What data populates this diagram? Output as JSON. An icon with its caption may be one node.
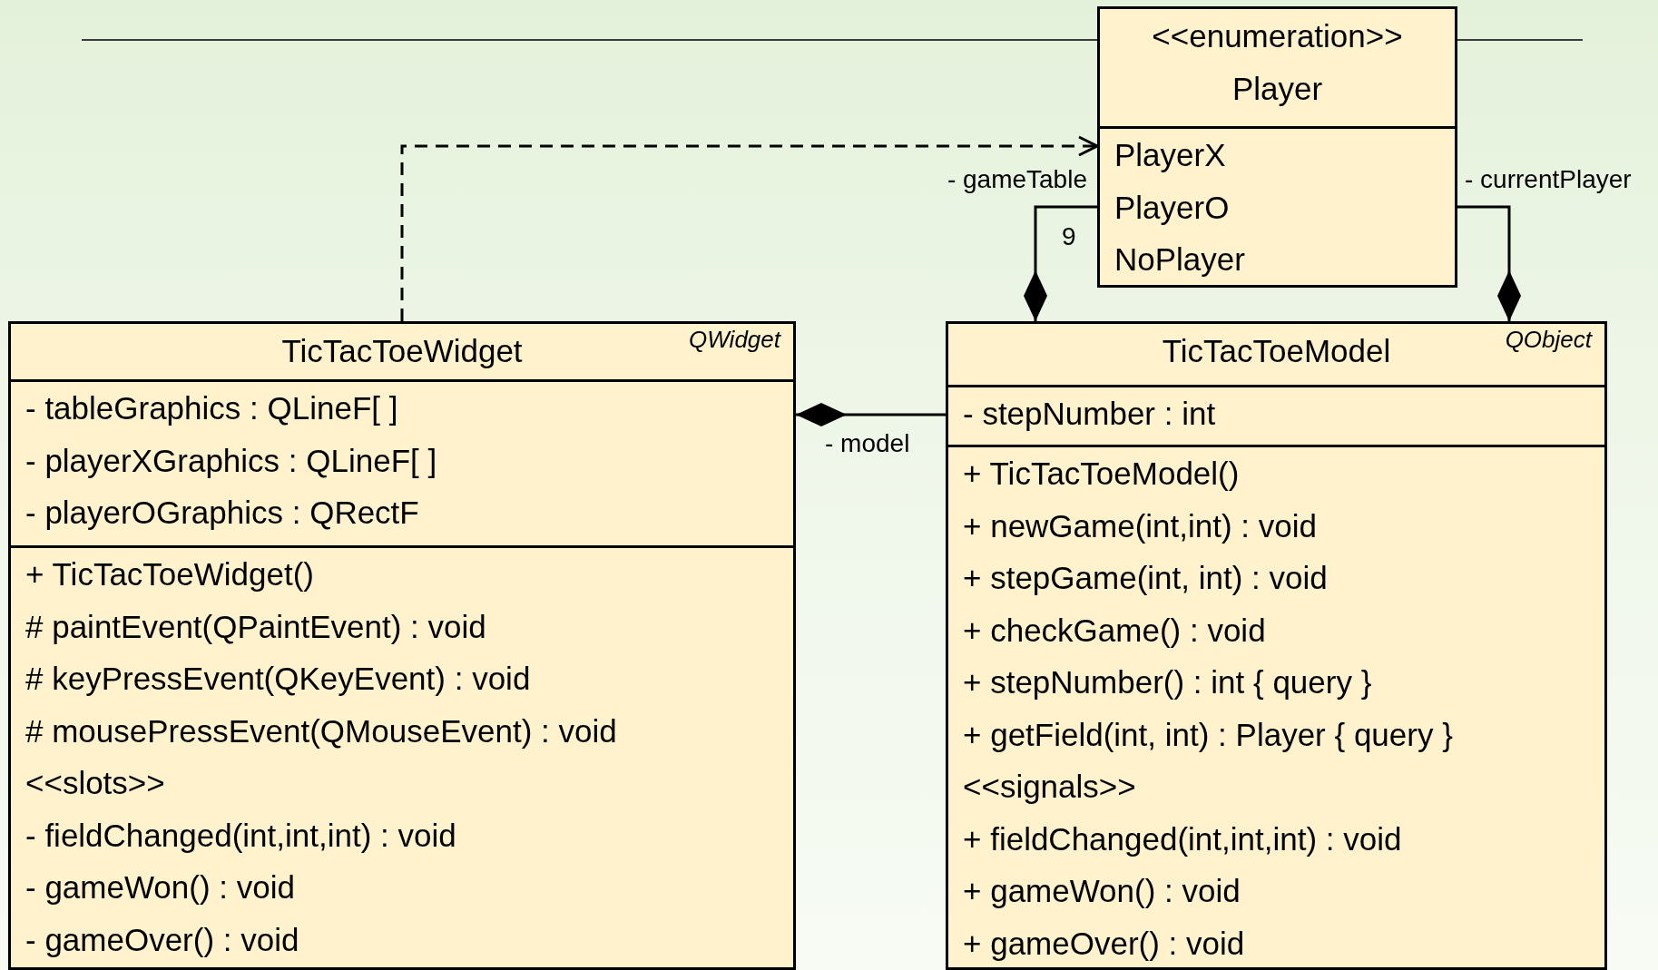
{
  "diagram": {
    "nodes": [
      {
        "text": [
          "<<enumeration>>",
          "Player",
          "PlayerX",
          "PlayerO",
          "NoPlayer"
        ]
      },
      {
        "text": [
          "TicTacToeWidget",
          "QWidget",
          "- tableGraphics : QLineF[ ]",
          "- playerXGraphics : QLineF[ ]",
          "- playerOGraphics : QRectF",
          "+ TicTacToeWidget()",
          "# paintEvent(QPaintEvent) : void",
          "# keyPressEvent(QKeyEvent) : void",
          "# mousePressEvent(QMouseEvent) : void",
          "<<slots>>",
          "- fieldChanged(int,int,int) : void",
          "- gameWon() : void",
          "- gameOver() : void"
        ]
      },
      {
        "text": [
          "TicTacToeModel",
          "QObject",
          "- stepNumber : int",
          "+ TicTacToeModel()",
          "+ newGame(int,int) : void",
          "+ stepGame(int, int) : void",
          "+ checkGame() : void",
          "+ stepNumber() : int { query }",
          "+ getField(int, int) : Player { query }",
          "<<signals>>",
          "+ fieldChanged(int,int,int) : void",
          "+ gameWon() : void",
          "+ gameOver() : void"
        ]
      }
    ],
    "edges": [
      {
        "from": 1,
        "to": 0,
        "arrow": "to",
        "style": "dashed"
      },
      {
        "from": 0,
        "to": 2,
        "arrow": "other",
        "label": "- gameTable"
      },
      {
        "from": 0,
        "to": 2,
        "arrow": "other",
        "label": "- currentPlayer"
      },
      {
        "from": 2,
        "to": 1,
        "arrow": "other",
        "label": "- model"
      }
    ],
    "labels": [
      "9"
    ]
  }
}
